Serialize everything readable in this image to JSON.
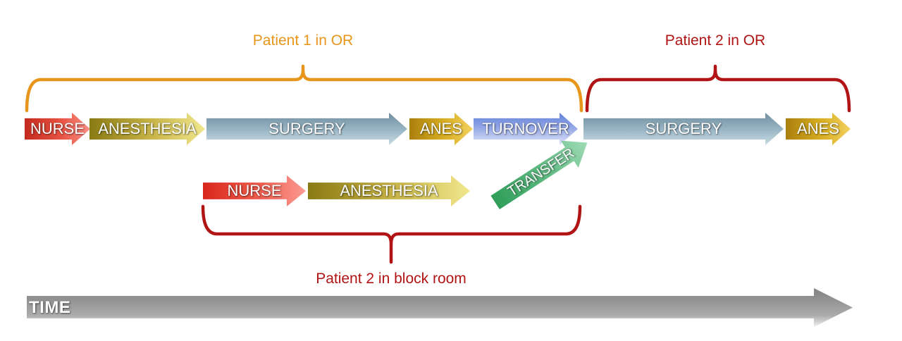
{
  "diagram": {
    "captions": {
      "patient1_or": "Patient 1 in OR",
      "patient2_or": "Patient 2 in OR",
      "patient2_block": "Patient 2 in block room"
    },
    "or_row": [
      {
        "label": "NURSE"
      },
      {
        "label": "ANESTHESIA"
      },
      {
        "label": "SURGERY"
      },
      {
        "label": "ANES"
      },
      {
        "label": "TURNOVER"
      },
      {
        "label": "SURGERY"
      },
      {
        "label": "ANES"
      }
    ],
    "block_row": [
      {
        "label": "NURSE"
      },
      {
        "label": "ANESTHESIA"
      },
      {
        "label": "TRANSFER"
      }
    ],
    "time_axis": {
      "label": "TIME"
    },
    "colors": {
      "patient1_brace": "#E8951C",
      "patient2_brace": "#B11414",
      "caption_orange": "#E8961D",
      "caption_red": "#B11414",
      "nurse_arrow": "#E04034",
      "anesthesia_arrow": "#C5B245",
      "surgery_arrow": "#8FAEBE",
      "anes_arrow": "#D8AE28",
      "turnover_arrow": "#7D96DF",
      "transfer_arrow": "#3FA868",
      "time_arrow": "#8C8C8C"
    }
  }
}
